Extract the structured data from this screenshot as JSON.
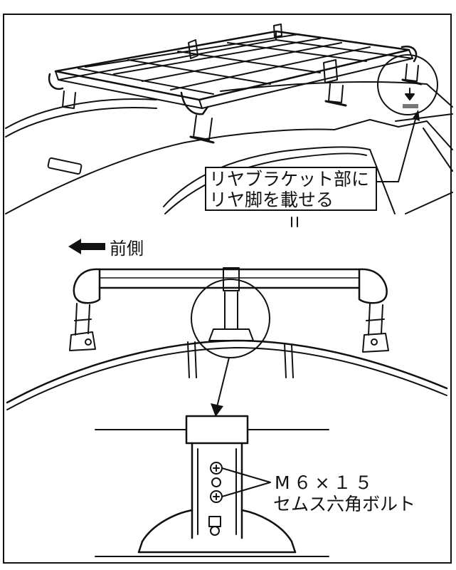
{
  "callout": {
    "line1": "リヤブラケット部に",
    "line2": "リヤ脚を載せる"
  },
  "direction": {
    "label": "前側",
    "arrow_icon": "left-arrow-icon"
  },
  "bolt": {
    "size": "M６×１５",
    "name": "セムス六角ボルト"
  },
  "colors": {
    "line": "#111111",
    "background": "#ffffff"
  }
}
